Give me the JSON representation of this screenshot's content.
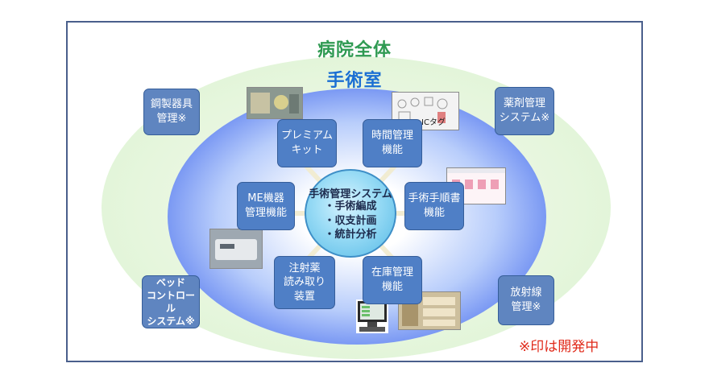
{
  "titles": {
    "hospital": "病院全体",
    "operating_room": "手術室"
  },
  "center": {
    "title": "手術管理システム",
    "items": [
      "・手術編成",
      "・収支計画",
      "・統計分析"
    ]
  },
  "functions": {
    "premium_kit": "プレミアム\nキット",
    "time_management": "時間管理\n機能",
    "me_equipment": "ME機器\n管理機能",
    "surgical_procedure": "手術手順書\n機能",
    "injection_reader": "注射薬\n読み取り\n装置",
    "inventory": "在庫管理\n機能"
  },
  "external_systems": {
    "steel_instruments": "鋼製器具\n管理※",
    "drug_management": "薬剤管理\nシステム※",
    "bed_control": "ベッド\nコントロール\nシステム※",
    "radiation": "放射線\n管理※"
  },
  "ic_tag_label": "ICタグ",
  "footnote": "※印は開発中",
  "colors": {
    "frame_border": "#4a5f8c",
    "hospital_title": "#2f9a52",
    "or_title": "#1b6fd3",
    "box_fill": "#4f7fc6",
    "footnote": "#e02a1a"
  }
}
